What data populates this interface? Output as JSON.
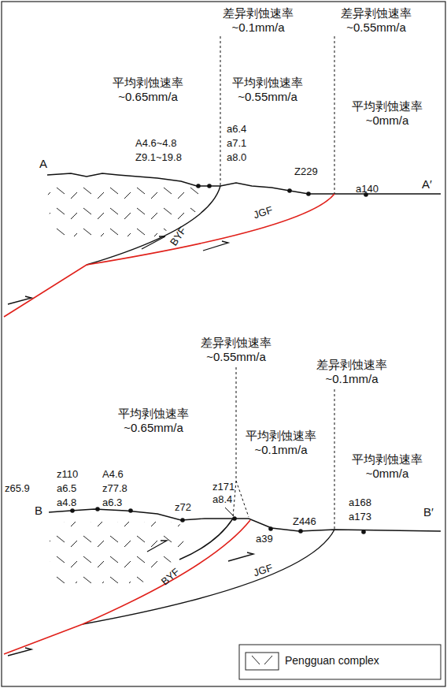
{
  "diagram": {
    "labels": [
      "差异剥蚀速率 ~0.1mm/a",
      "差异剥蚀速率 ~0.55mm/a",
      "平均剥蚀速率 ~0.65mm/a",
      "平均剥蚀速率 ~0.55mm/a",
      "平均剥蚀速率 ~0mm/a",
      "a6.4",
      "a7.1",
      "a8.0",
      "A4.6~4.8",
      "Z9.1~19.8",
      "A",
      "Z229",
      "a140",
      "A′",
      "BYF",
      "JGF",
      "差异剥蚀速率 ~0.55mm/a",
      "差异剥蚀速率 ~0.1mm/a",
      "平均剥蚀速率 ~0.65mm/a",
      "平均剥蚀速率 ~0.1mm/a",
      "平均剥蚀速率 ~0mm/a",
      "z171",
      "a8.4",
      "z65.9",
      "z110",
      "a6.5",
      "a4.8",
      "A4.6",
      "z77.8",
      "a6.3",
      "z72",
      "B",
      "a39",
      "Z446",
      "a168",
      "a173",
      "B′",
      "BYF",
      "JGF"
    ],
    "legend": [
      {
        "text": "Pengguan complex"
      }
    ]
  }
}
